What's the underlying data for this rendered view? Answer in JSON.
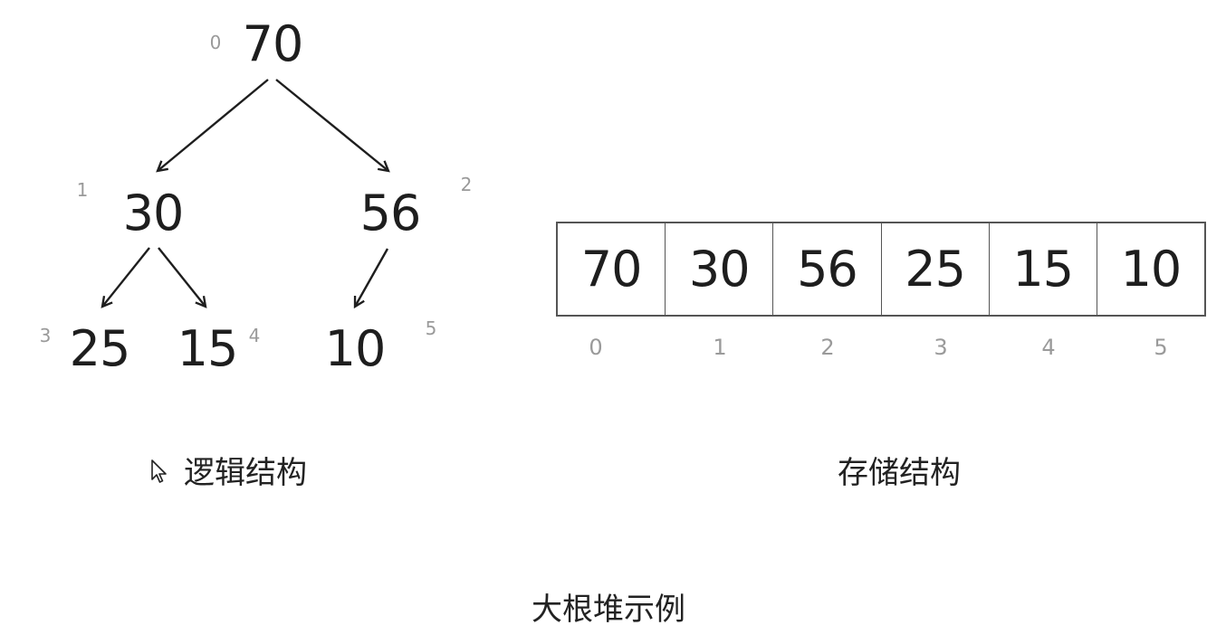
{
  "tree": {
    "nodes": [
      {
        "value": "70",
        "index": "0"
      },
      {
        "value": "30",
        "index": "1"
      },
      {
        "value": "56",
        "index": "2"
      },
      {
        "value": "25",
        "index": "3"
      },
      {
        "value": "15",
        "index": "4"
      },
      {
        "value": "10",
        "index": "5"
      }
    ],
    "caption": "逻辑结构"
  },
  "array": {
    "cells": [
      "70",
      "30",
      "56",
      "25",
      "15",
      "10"
    ],
    "indices": [
      "0",
      "1",
      "2",
      "3",
      "4",
      "5"
    ],
    "caption": "存储结构"
  },
  "title": "大根堆示例",
  "icons": {
    "cursor": "mouse-pointer-icon"
  }
}
